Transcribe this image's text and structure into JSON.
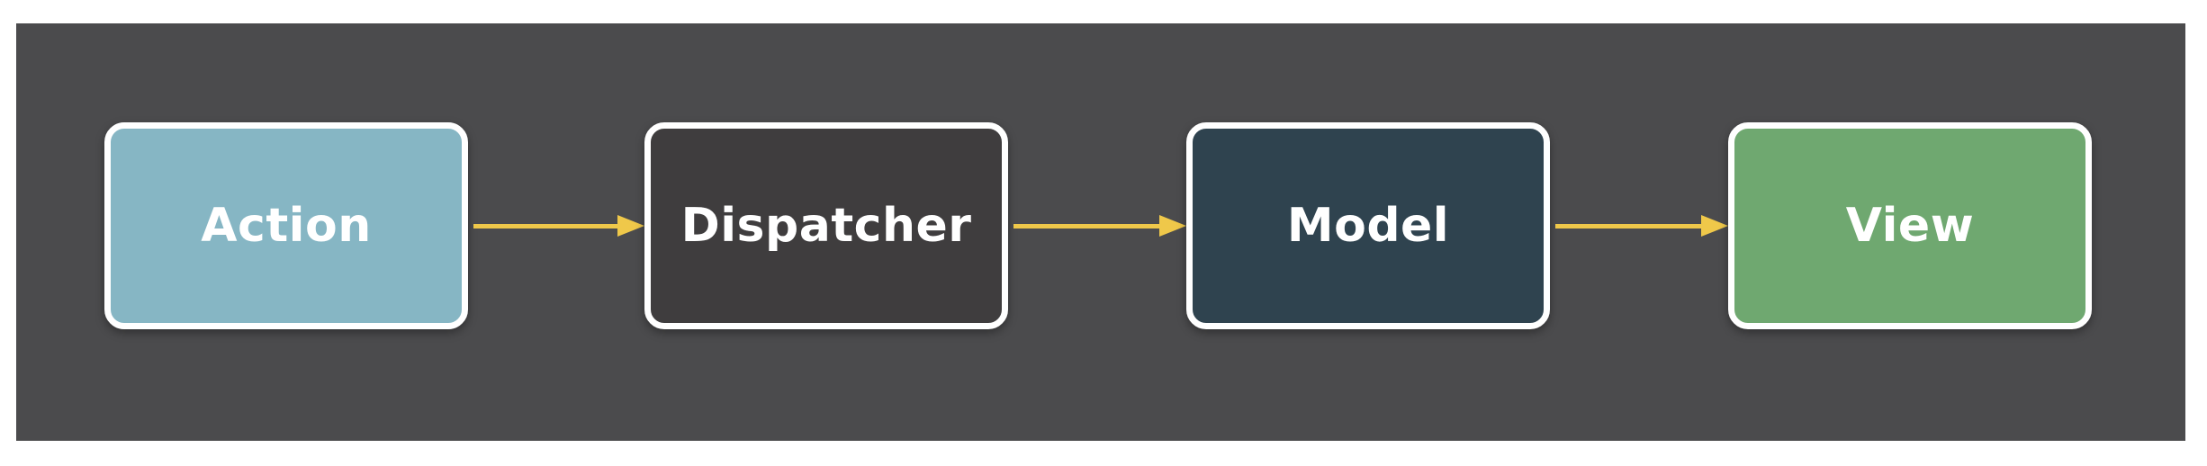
{
  "diagram": {
    "background_color": "#4b4b4d",
    "arrow_color": "#efc84a",
    "border_color": "#ffffff",
    "nodes": [
      {
        "id": "action",
        "label": "Action",
        "color": "#86b6c4"
      },
      {
        "id": "dispatcher",
        "label": "Dispatcher",
        "color": "#3f3d3e"
      },
      {
        "id": "model",
        "label": "Model",
        "color": "#2f434f"
      },
      {
        "id": "view",
        "label": "View",
        "color": "#6fa870"
      }
    ],
    "edges": [
      {
        "from": "action",
        "to": "dispatcher"
      },
      {
        "from": "dispatcher",
        "to": "model"
      },
      {
        "from": "model",
        "to": "view"
      }
    ]
  }
}
